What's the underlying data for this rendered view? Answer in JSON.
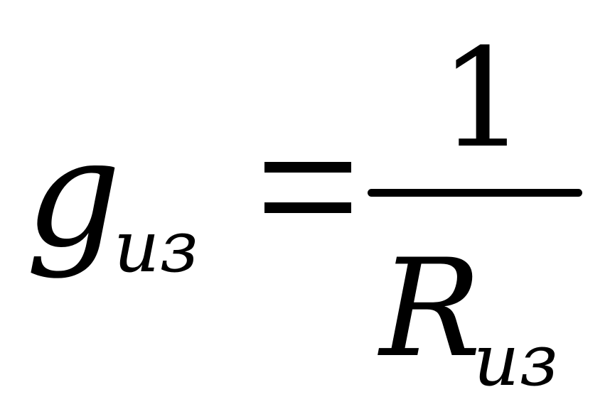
{
  "formula": {
    "lhs": {
      "variable": "g",
      "subscript": "из"
    },
    "operator": "=",
    "rhs": {
      "numerator": "1",
      "denominator": {
        "variable": "R",
        "subscript": "из"
      }
    }
  },
  "colors": {
    "ink": "#000000",
    "background": "#ffffff"
  }
}
